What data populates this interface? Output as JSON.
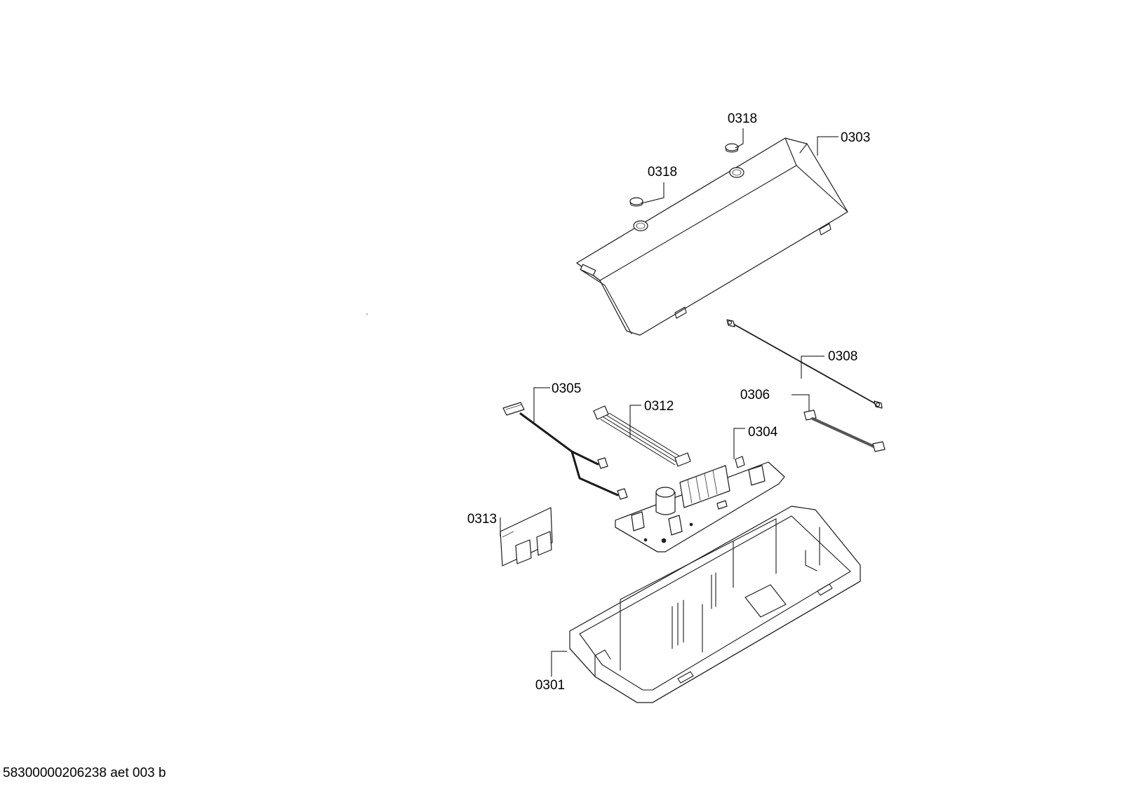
{
  "diagram": {
    "callouts": [
      {
        "id": "label-0318-top",
        "text": "0318"
      },
      {
        "id": "label-0303",
        "text": "0303"
      },
      {
        "id": "label-0318-left",
        "text": "0318"
      },
      {
        "id": "label-0308",
        "text": "0308"
      },
      {
        "id": "label-0305",
        "text": "0305"
      },
      {
        "id": "label-0312",
        "text": "0312"
      },
      {
        "id": "label-0306",
        "text": "0306"
      },
      {
        "id": "label-0304",
        "text": "0304"
      },
      {
        "id": "label-0313",
        "text": "0313"
      },
      {
        "id": "label-0301",
        "text": "0301"
      }
    ],
    "footer_code": "58300000206238 aet 003 b"
  }
}
